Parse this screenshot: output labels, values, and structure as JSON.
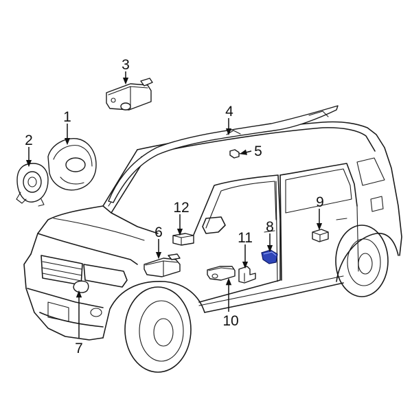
{
  "diagram": {
    "callouts": [
      {
        "id": "1",
        "label": "1"
      },
      {
        "id": "2",
        "label": "2"
      },
      {
        "id": "3",
        "label": "3"
      },
      {
        "id": "4",
        "label": "4"
      },
      {
        "id": "5",
        "label": "5"
      },
      {
        "id": "6",
        "label": "6"
      },
      {
        "id": "7",
        "label": "7"
      },
      {
        "id": "8",
        "label": "8"
      },
      {
        "id": "9",
        "label": "9"
      },
      {
        "id": "10",
        "label": "10"
      },
      {
        "id": "11",
        "label": "11"
      },
      {
        "id": "12",
        "label": "12"
      }
    ],
    "highlighted_part": "8",
    "colors": {
      "line": "#1a1a1a",
      "highlight": "#2f45b8",
      "background": "#ffffff"
    }
  }
}
